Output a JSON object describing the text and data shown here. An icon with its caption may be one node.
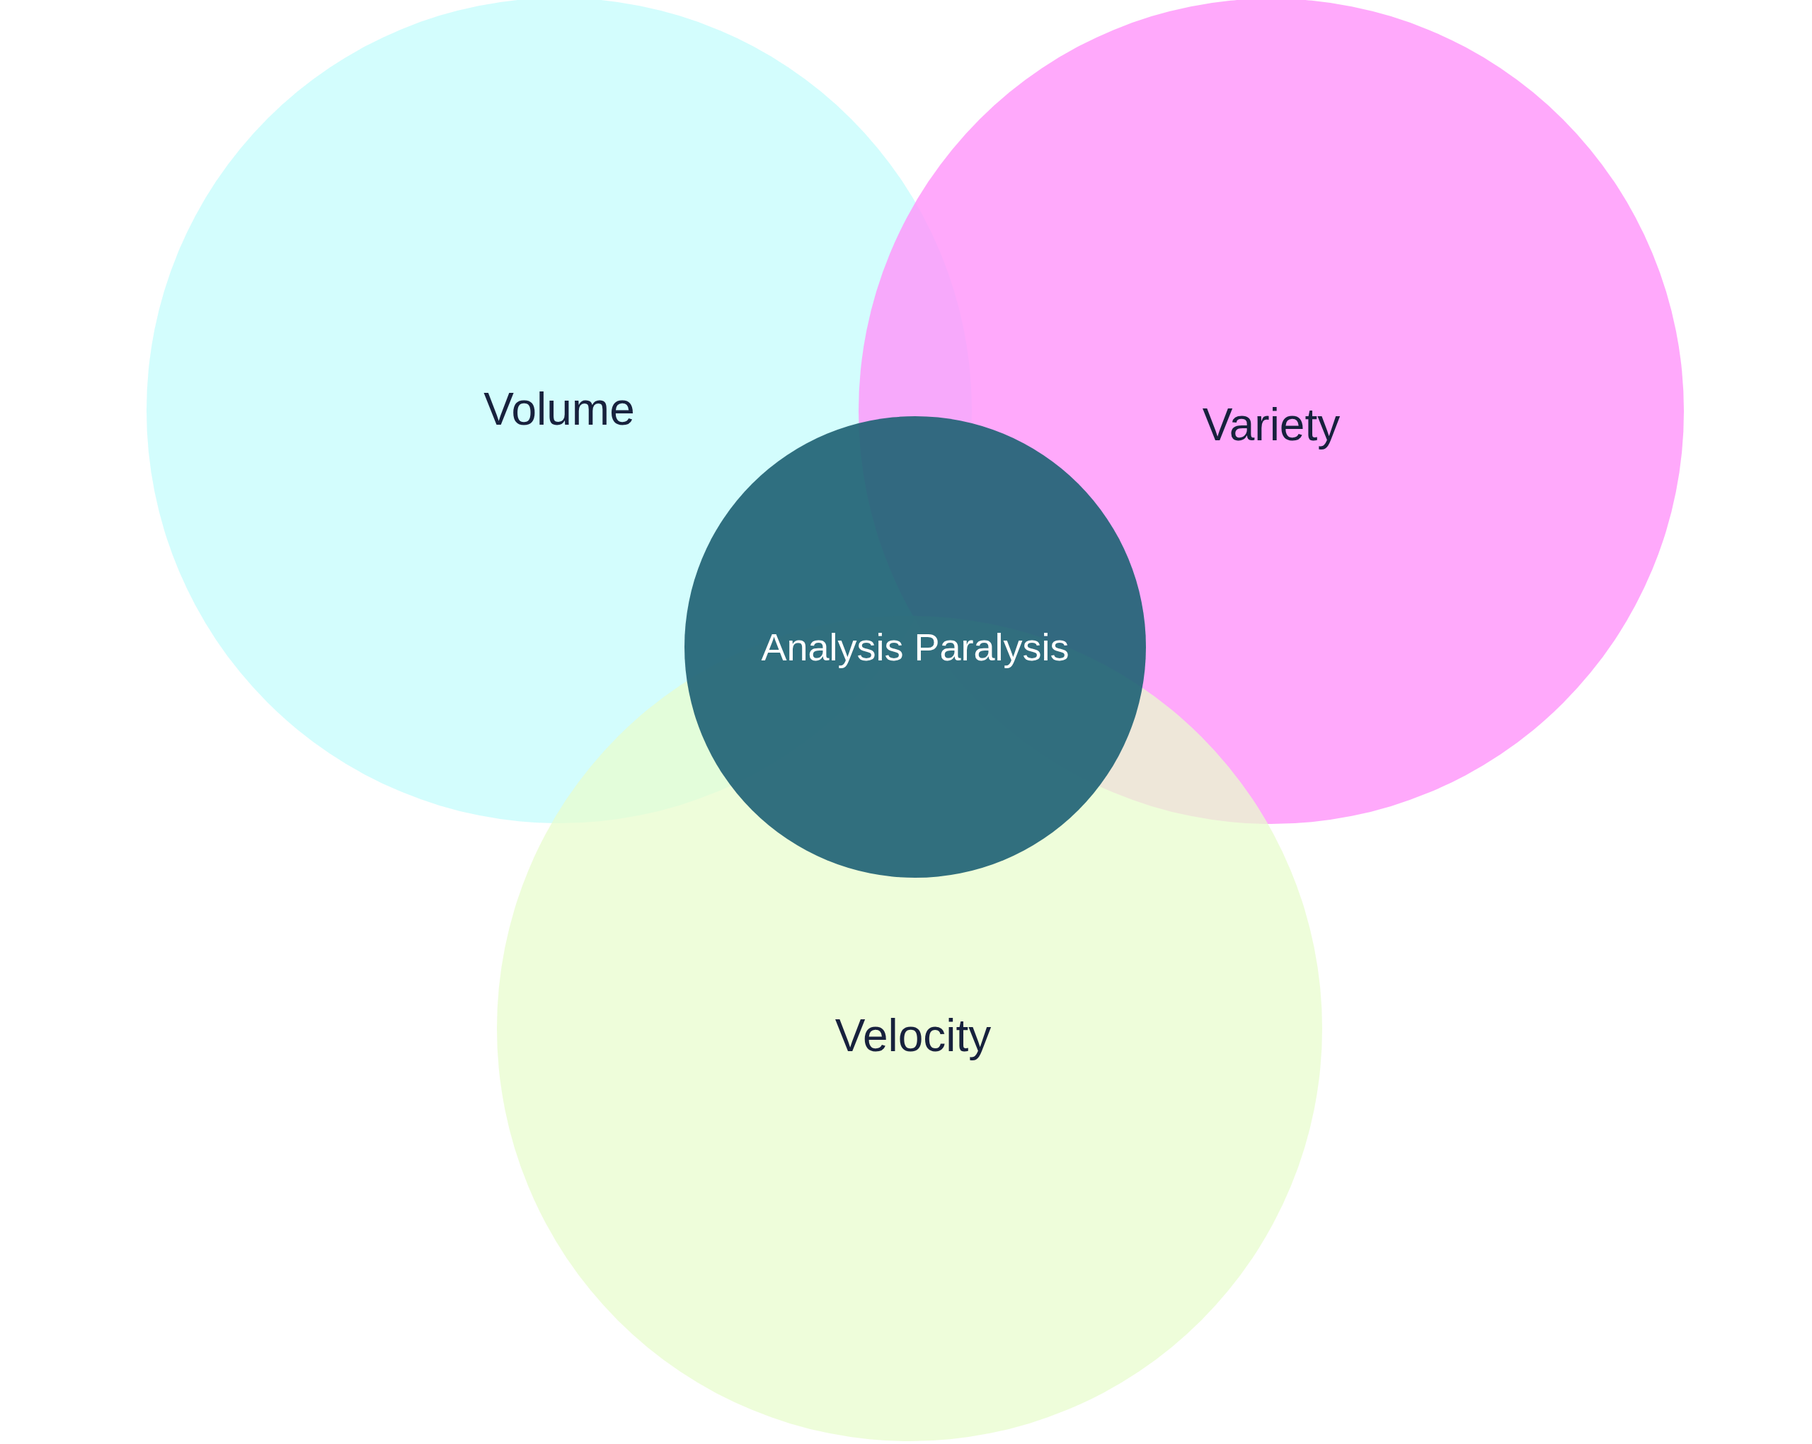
{
  "diagram": {
    "nodes": [
      {
        "text": [
          "Volume"
        ]
      },
      {
        "text": [
          "Variety"
        ]
      },
      {
        "text": [
          "Velocity"
        ]
      },
      {
        "text": [
          "Analysis Paralysis"
        ]
      }
    ]
  }
}
